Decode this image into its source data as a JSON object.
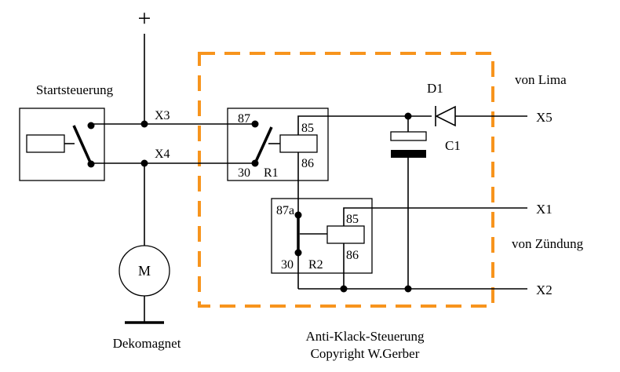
{
  "labels": {
    "plus": "+",
    "start_control": "Startsteuerung",
    "x3": "X3",
    "x4": "X4",
    "motor": "M",
    "decomagnet": "Dekomagnet",
    "r1_87": "87",
    "r1_30": "30",
    "r1_name": "R1",
    "r1_85": "85",
    "r1_86": "86",
    "r2_87a": "87a",
    "r2_30": "30",
    "r2_name": "R2",
    "r2_85": "85",
    "r2_86": "86",
    "d1": "D1",
    "c1": "C1",
    "from_alternator": "von Lima",
    "x5": "X5",
    "x1": "X1",
    "from_ignition": "von Zündung",
    "x2": "X2",
    "title": "Anti-Klack-Steuerung",
    "copyright": "Copyright W.Gerber"
  },
  "colors": {
    "wire": "#000000",
    "dashed_boundary": "#f7941d",
    "background": "#ffffff"
  }
}
